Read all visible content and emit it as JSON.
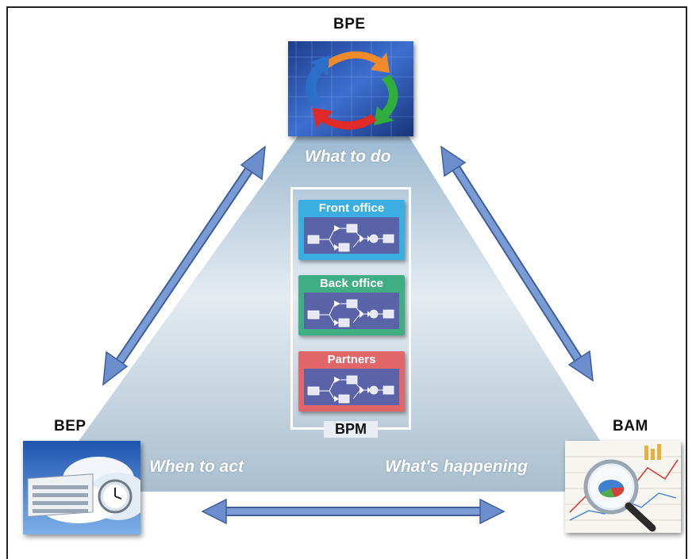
{
  "corners": {
    "top": "BPE",
    "left": "BEP",
    "right": "BAM"
  },
  "captions": {
    "top": "What to do",
    "left": "When to act",
    "right": "What's happening"
  },
  "center_label": "BPM",
  "process_boxes": [
    {
      "title": "Front office",
      "color": "#3aaee0"
    },
    {
      "title": "Back office",
      "color": "#3fae84"
    },
    {
      "title": "Partners",
      "color": "#e0666a"
    }
  ],
  "colors": {
    "arrow": "#5b7fc0",
    "triangle_top": "#aac4d8",
    "triangle_bottom": "#e6edf3"
  }
}
